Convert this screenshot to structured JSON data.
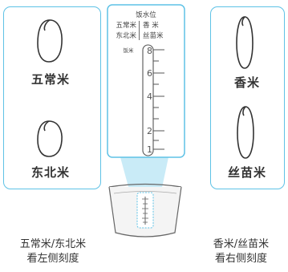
{
  "colors": {
    "accent": "#5ec2e6",
    "text": "#333333"
  },
  "left_panel": {
    "top_grain": {
      "label": "五常米",
      "icon": "round-rice-grain-icon"
    },
    "bottom_grain": {
      "label": "东北米",
      "icon": "round-rice-grain-icon"
    }
  },
  "right_panel": {
    "top_grain": {
      "label": "香米",
      "icon": "long-rice-grain-icon"
    },
    "bottom_grain": {
      "label": "丝苗米",
      "icon": "long-rice-grain-icon"
    }
  },
  "gauge": {
    "title": "饭水位",
    "left_header_top": "五常米",
    "left_header_bottom": "东北米",
    "right_header_top": "香 米",
    "right_header_bottom": "丝苗米",
    "side_label": "饭米",
    "tick_numbers": [
      "8",
      "6",
      "4",
      "2",
      "1"
    ]
  },
  "captions": {
    "left_line1": "五常米/东北米",
    "left_line2": "看左侧刻度",
    "right_line1": "香米/丝苗米",
    "right_line2": "看右侧刻度"
  }
}
